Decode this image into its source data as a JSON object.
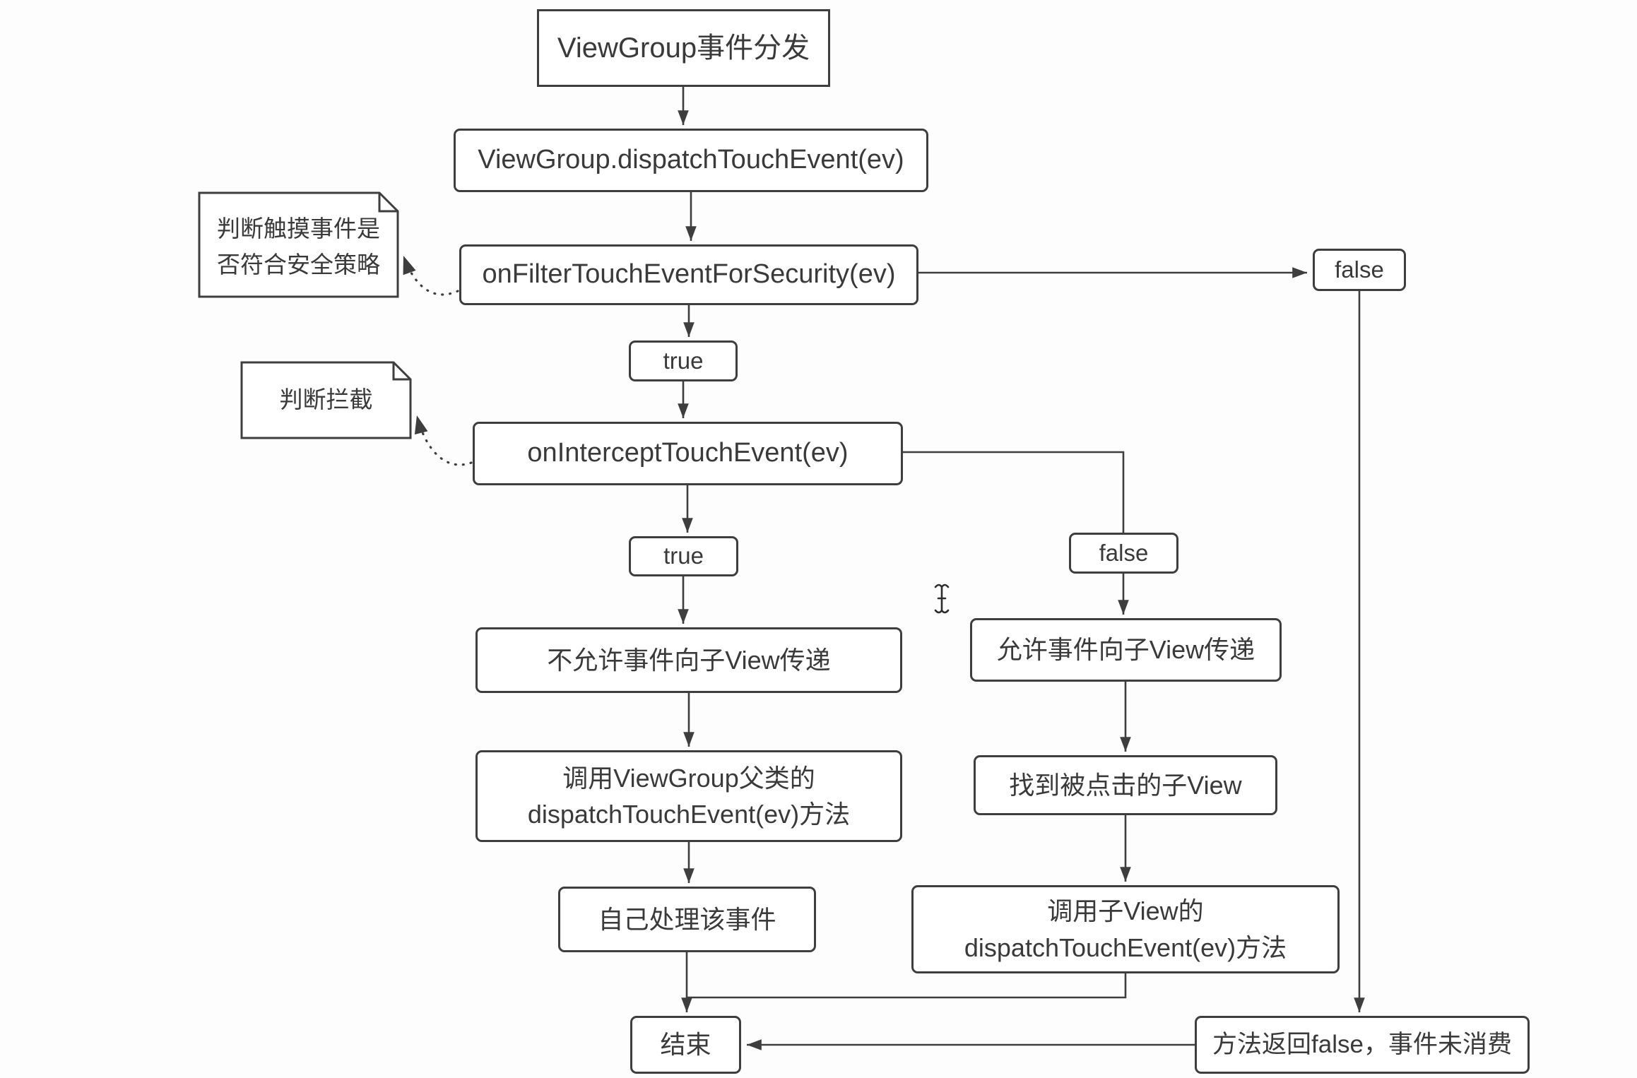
{
  "nodes": {
    "start": {
      "label": "ViewGroup事件分发"
    },
    "dispatch": {
      "label": "ViewGroup.dispatchTouchEvent(ev)"
    },
    "filter_security": {
      "label": "onFilterTouchEventForSecurity(ev)"
    },
    "filter_false": {
      "label": "false"
    },
    "filter_true": {
      "label": "true"
    },
    "intercept": {
      "label": "onInterceptTouchEvent(ev)"
    },
    "intercept_true": {
      "label": "true"
    },
    "intercept_false": {
      "label": "false"
    },
    "deny_pass": {
      "label": "不允许事件向子View传递"
    },
    "allow_pass": {
      "label": "允许事件向子View传递"
    },
    "call_super": {
      "label": "调用ViewGroup父类的\ndispatchTouchEvent(ev)方法"
    },
    "find_child": {
      "label": "找到被点击的子View"
    },
    "handle_self": {
      "label": "自己处理该事件"
    },
    "call_child": {
      "label": "调用子View的\ndispatchTouchEvent(ev)方法"
    },
    "end": {
      "label": "结束"
    },
    "return_false": {
      "label": "方法返回false，事件未消费"
    }
  },
  "notes": {
    "security_note": {
      "text": "判断触摸事件是\n否符合安全策略"
    },
    "intercept_note": {
      "text": "判断拦截"
    }
  },
  "edges": [
    {
      "from": "start",
      "to": "dispatch"
    },
    {
      "from": "dispatch",
      "to": "filter_security"
    },
    {
      "from": "filter_security",
      "to": "filter_false"
    },
    {
      "from": "filter_security",
      "to": "filter_true"
    },
    {
      "from": "filter_true",
      "to": "intercept"
    },
    {
      "from": "intercept",
      "to": "intercept_true"
    },
    {
      "from": "intercept",
      "to": "intercept_false"
    },
    {
      "from": "intercept_true",
      "to": "deny_pass"
    },
    {
      "from": "intercept_false",
      "to": "allow_pass"
    },
    {
      "from": "deny_pass",
      "to": "call_super"
    },
    {
      "from": "allow_pass",
      "to": "find_child"
    },
    {
      "from": "call_super",
      "to": "handle_self"
    },
    {
      "from": "find_child",
      "to": "call_child"
    },
    {
      "from": "handle_self",
      "to": "end"
    },
    {
      "from": "call_child",
      "to": "end"
    },
    {
      "from": "filter_false",
      "to": "return_false"
    },
    {
      "from": "return_false",
      "to": "end"
    },
    {
      "from": "filter_security",
      "to": "security_note",
      "style": "dotted"
    },
    {
      "from": "intercept",
      "to": "intercept_note",
      "style": "dotted"
    }
  ],
  "colors": {
    "line": "#3e3e3e",
    "text": "#3a3a3a",
    "box_background": "#ffffff",
    "page_background": "#fdfdfd"
  }
}
